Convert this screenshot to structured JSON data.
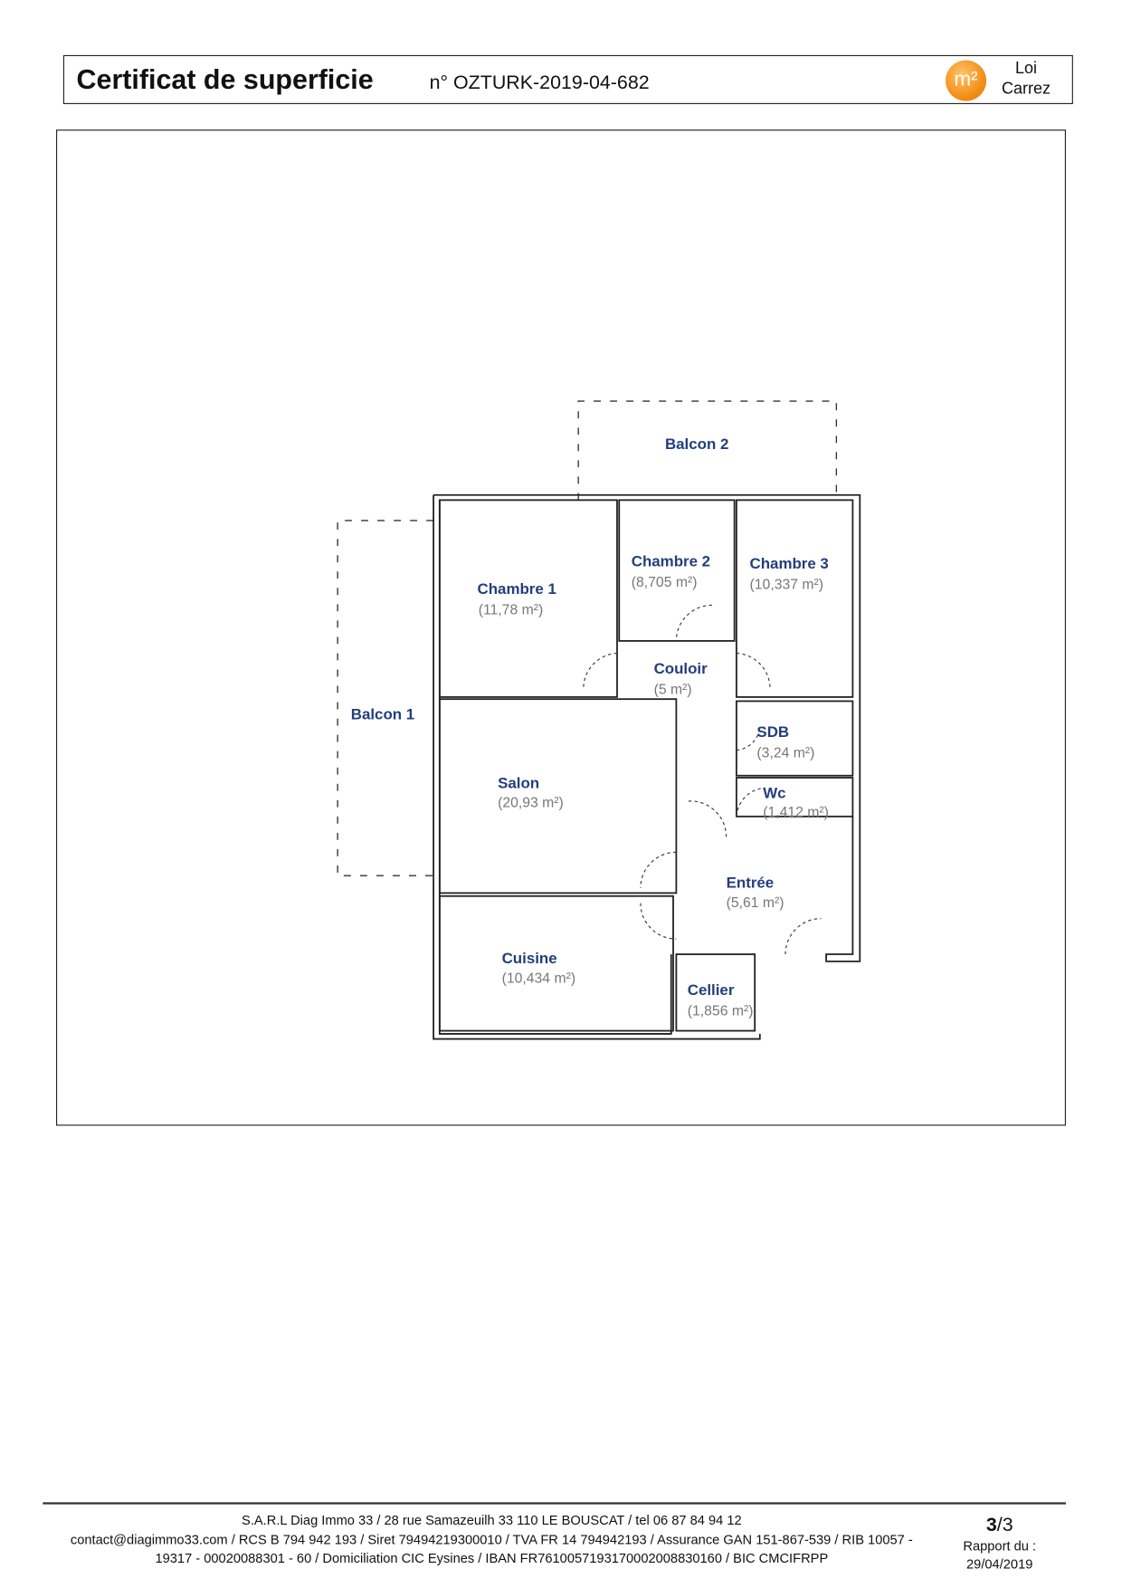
{
  "header": {
    "title": "Certificat de superficie",
    "number": "n° OZTURK-2019-04-682",
    "logo_text": "m²",
    "badge_line1": "Loi",
    "badge_line2": "Carrez"
  },
  "rooms": [
    {
      "name": "Balcon 2",
      "area": ""
    },
    {
      "name": "Chambre 1",
      "area": "(11,78 m²)"
    },
    {
      "name": "Chambre 2",
      "area": "(8,705 m²)"
    },
    {
      "name": "Chambre 3",
      "area": "(10,337 m²)"
    },
    {
      "name": "Couloir",
      "area": "(5 m²)"
    },
    {
      "name": "Balcon 1",
      "area": ""
    },
    {
      "name": "SDB",
      "area": "(3,24 m²)"
    },
    {
      "name": "Wc",
      "area": "(1,412 m²)"
    },
    {
      "name": "Salon",
      "area": "(20,93 m²)"
    },
    {
      "name": "Entrée",
      "area": "(5,61 m²)"
    },
    {
      "name": "Cuisine",
      "area": "(10,434 m²)"
    },
    {
      "name": "Cellier",
      "area": "(1,856 m²)"
    }
  ],
  "footer": {
    "line1": "S.A.R.L Diag Immo 33 / 28 rue Samazeuilh 33 110 LE BOUSCAT / tel 06 87 84 94 12",
    "line2": "contact@diagimmo33.com / RCS B 794 942 193 / Siret 79494219300010 / TVA FR 14 794942193 / Assurance GAN 151-867-539 / RIB 10057 -",
    "line3": "19317 - 00020088301 - 60 / Domiciliation CIC Eysines / IBAN FR7610057193170002008830160 / BIC CMCIFRPP",
    "page_current": "3",
    "page_total": "/3",
    "report_label": "Rapport du :",
    "report_date": "29/04/2019"
  }
}
